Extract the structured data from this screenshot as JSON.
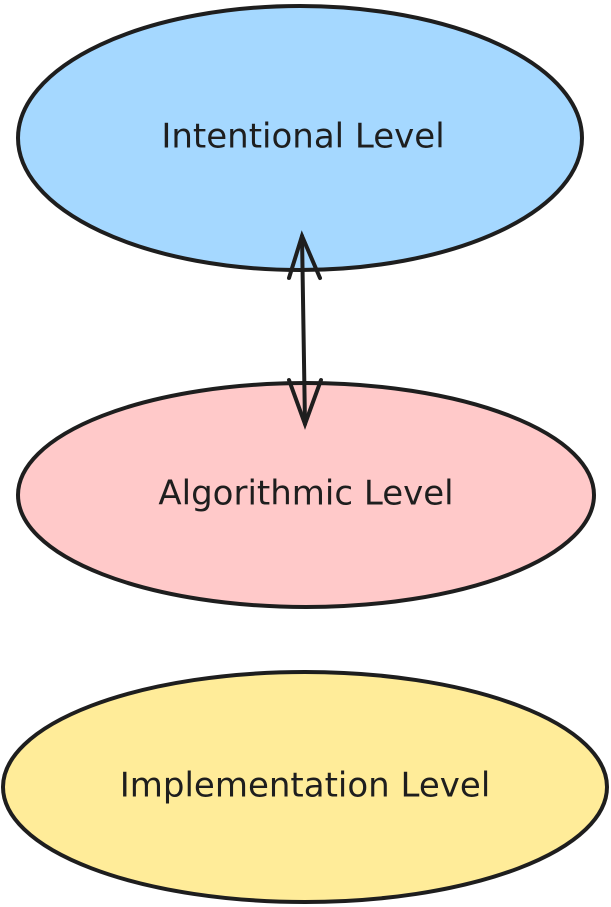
{
  "nodes": [
    {
      "id": "intentional",
      "label": "Intentional Level",
      "fill": "#a5d8ff"
    },
    {
      "id": "algorithmic",
      "label": "Algorithmic Level",
      "fill": "#ffc9c9"
    },
    {
      "id": "implementation",
      "label": "Implementation Level",
      "fill": "#ffec99"
    }
  ],
  "edges": [
    {
      "from": "intentional",
      "to": "algorithmic",
      "type": "bidirectional"
    }
  ],
  "stroke": "#1e1e1e"
}
